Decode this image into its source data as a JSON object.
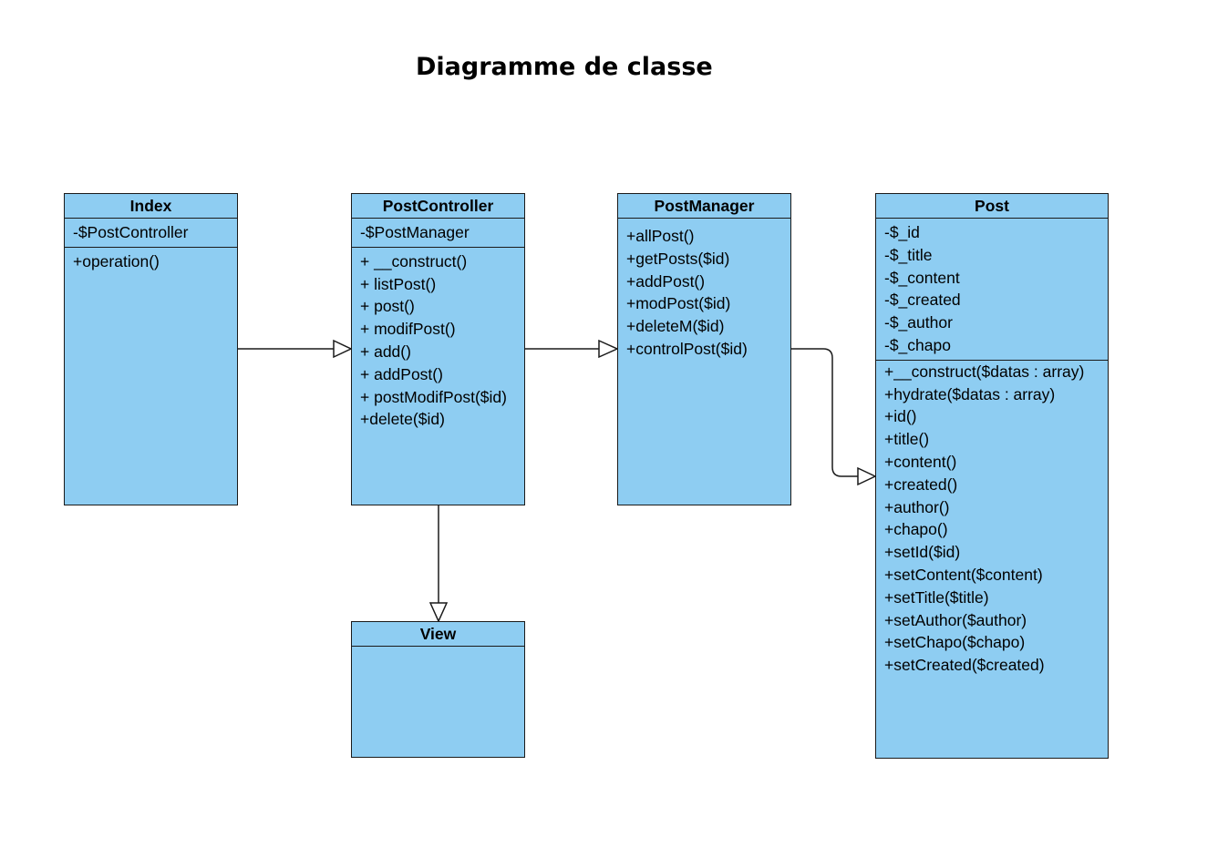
{
  "title": "Diagramme de classe",
  "colors": {
    "class_fill": "#8ecdf2",
    "border": "#1a1a1a"
  },
  "classes": {
    "index": {
      "name": "Index",
      "attributes": [
        "-$PostController"
      ],
      "operations": [
        "+operation()"
      ]
    },
    "post_controller": {
      "name": "PostController",
      "attributes": [
        "-$PostManager"
      ],
      "operations": [
        "+ __construct()",
        "+ listPost()",
        "+ post()",
        "+ modifPost()",
        "+ add()",
        "+ addPost()",
        "+ postModifPost($id)",
        "+delete($id)"
      ]
    },
    "post_manager": {
      "name": "PostManager",
      "attributes": [],
      "operations": [
        "+allPost()",
        "+getPosts($id)",
        "+addPost()",
        "+modPost($id)",
        "+deleteM($id)",
        "+controlPost($id)"
      ]
    },
    "post": {
      "name": "Post",
      "attributes": [
        "-$_id",
        "-$_title",
        "-$_content",
        "-$_created",
        "-$_author",
        "-$_chapo"
      ],
      "operations": [
        "+__construct($datas : array)",
        "+hydrate($datas : array)",
        "+id()",
        "+title()",
        "+content()",
        "+created()",
        "+author()",
        "+chapo()",
        "+setId($id)",
        "+setContent($content)",
        "+setTitle($title)",
        "+setAuthor($author)",
        "+setChapo($chapo)",
        "+setCreated($created)"
      ]
    },
    "view": {
      "name": "View",
      "attributes": [],
      "operations": []
    }
  }
}
